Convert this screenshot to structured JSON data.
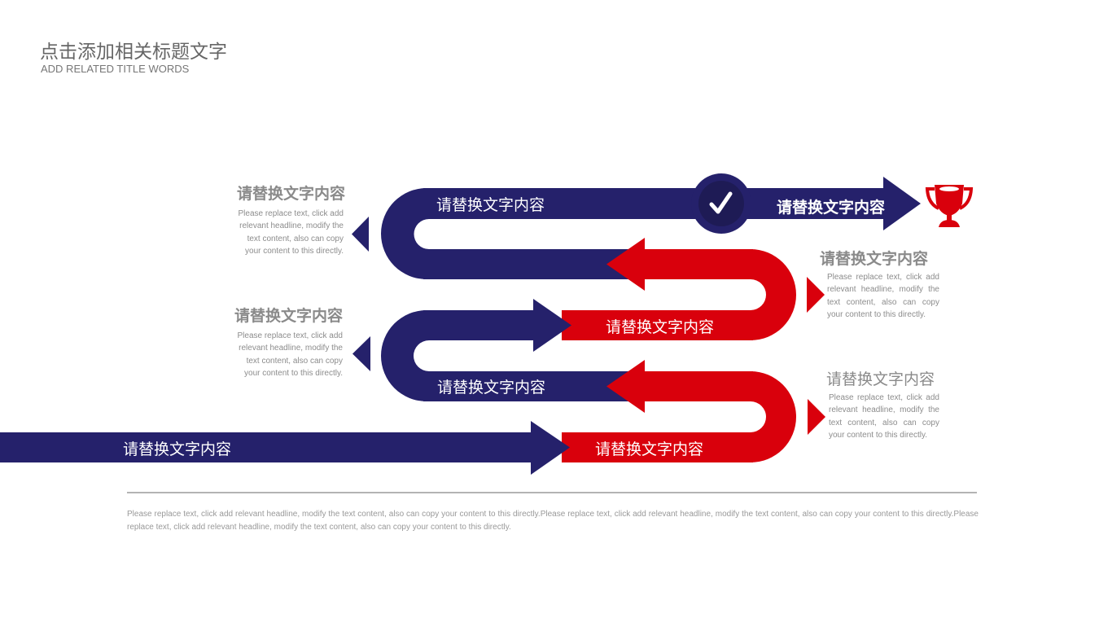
{
  "header": {
    "title": "点击添加相关标题文字",
    "subtitle": "ADD RELATED TITLE WORDS"
  },
  "colors": {
    "navy": "#25216b",
    "red": "#d9000c",
    "circle_inner": "#1e1b55"
  },
  "bands": [
    {
      "label": "请替换文字内容"
    },
    {
      "label": "请替换文字内容"
    },
    {
      "label": "请替换文字内容"
    },
    {
      "label": "请替换文字内容"
    },
    {
      "label": "请替换文字内容"
    },
    {
      "label": "请替换文字内容"
    }
  ],
  "side_notes": [
    {
      "heading": "请替换文字内容",
      "body": "Please replace text, click add relevant headline, modify the text content, also can copy your content to this directly."
    },
    {
      "heading": "请替换文字内容",
      "body": "Please replace text, click add relevant headline, modify the text content, also can copy your content to this directly."
    },
    {
      "heading": "请替换文字内容",
      "body": "Please replace text, click add relevant headline, modify the text content, also can copy your content to this directly."
    },
    {
      "heading": "请替换文字内容",
      "body": "Please replace text, click add relevant headline, modify the text content, also can copy your content to this directly."
    }
  ],
  "icons": {
    "check": "check-icon",
    "trophy": "trophy-icon"
  },
  "footer": "Please replace text, click add relevant headline, modify the text content, also can copy your content to this directly.Please replace text, click add relevant headline, modify the text content, also can copy your content to this directly.Please replace text, click add relevant headline, modify the text content, also can copy your content to this directly."
}
